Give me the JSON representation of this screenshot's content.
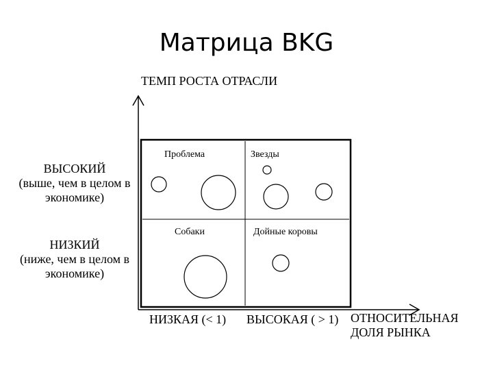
{
  "title": "Матрица BKG",
  "axes": {
    "y_label": "ТЕМП РОСТА ОТРАСЛИ",
    "x_label_line1": "ОТНОСИТЕЛЬНАЯ",
    "x_label_line2": "ДОЛЯ РЫНКА"
  },
  "rows": {
    "high": {
      "title": "ВЫСОКИЙ",
      "line1": "(выше, чем в целом в",
      "line2": "экономике)"
    },
    "low": {
      "title": "НИЗКИЙ",
      "line1": "(ниже, чем в целом в",
      "line2": "экономике)"
    }
  },
  "columns": {
    "low": "НИЗКАЯ (< 1)",
    "high": "ВЫСОКАЯ ( > 1)"
  },
  "quadrants": {
    "problem": "Проблема",
    "stars": "Звезды",
    "dogs": "Собаки",
    "cows": "Дойные коровы"
  }
}
